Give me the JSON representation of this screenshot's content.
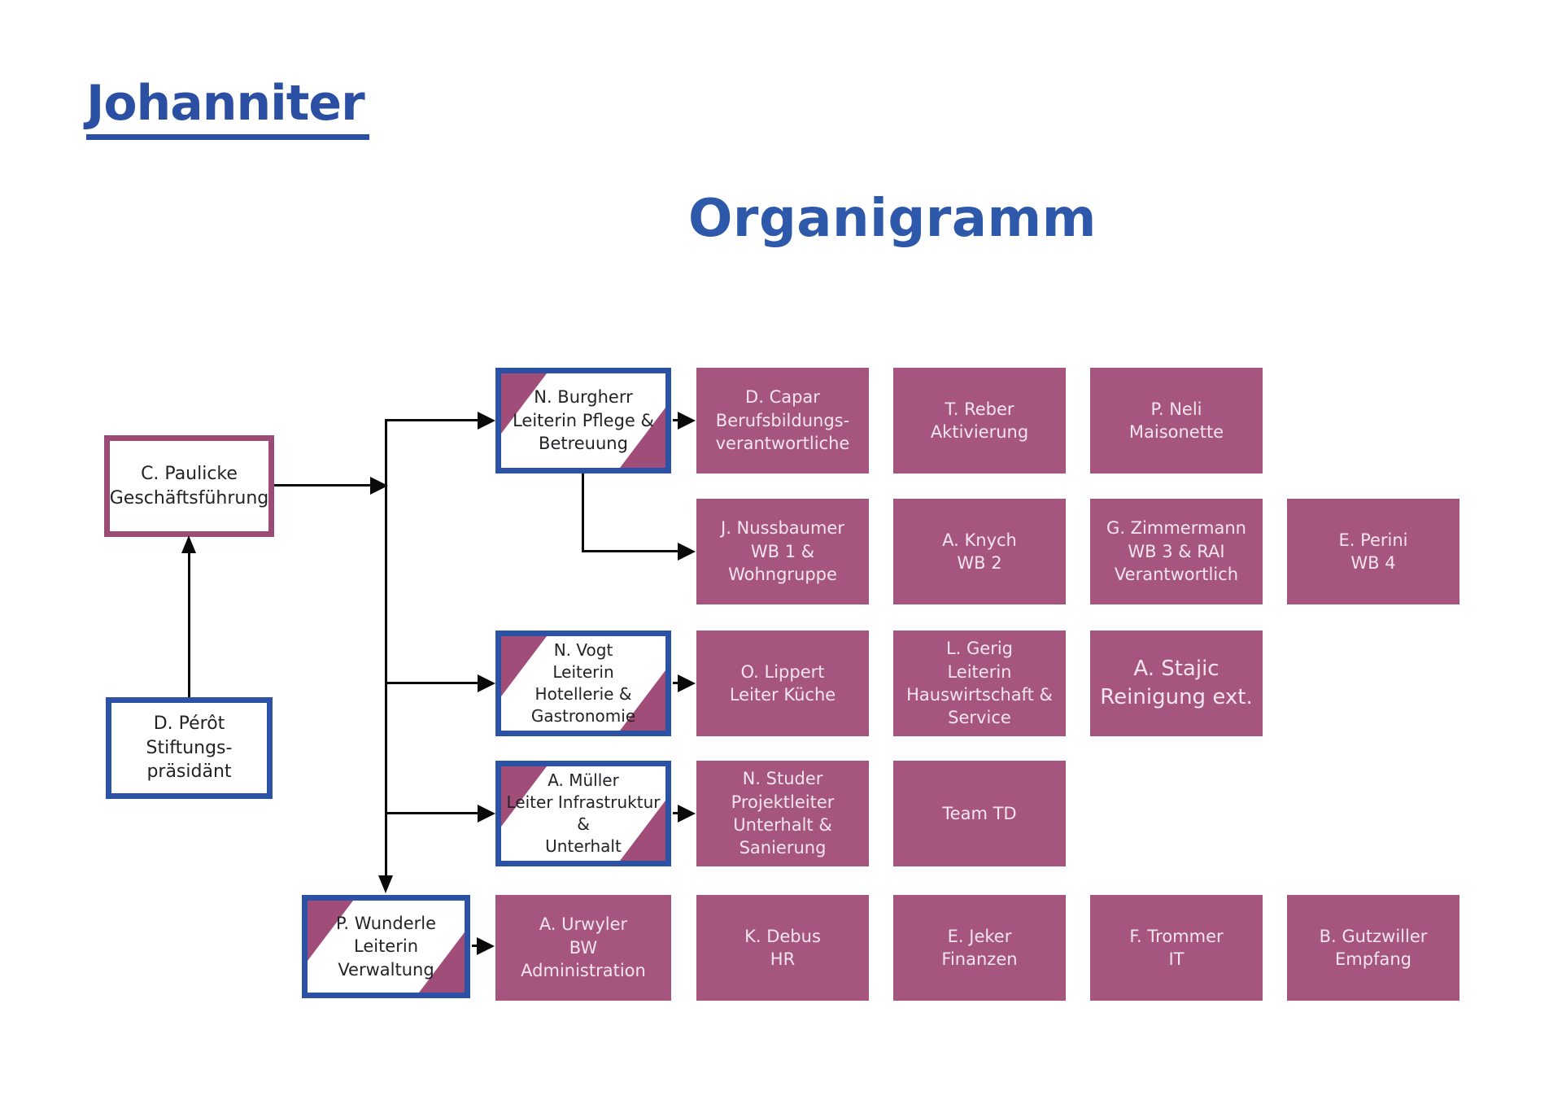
{
  "brand": {
    "logo_text": "Johanniter"
  },
  "heading": {
    "title": "Organigramm"
  },
  "colors": {
    "brand_blue": "#2a4fa3",
    "title_blue": "#2e58aa",
    "leader_border_blue": "#2b52a4",
    "dept_purple": "#a6557f",
    "exec_border_purple": "#9c4b75",
    "corner_triangle_purple": "#a04e79",
    "dept_text_light": "#f3e5ee",
    "box_text_dark": "#232327",
    "connector_black": "#0a0a0a"
  },
  "org": {
    "president": {
      "label": "D. Pérôt\nStiftungs-\npräsidänt"
    },
    "ceo": {
      "label": "C. Paulicke\nGeschäftsführung"
    },
    "leaders": {
      "burgherr": {
        "label": "N. Burgherr\nLeiterin Pflege &\nBetreuung"
      },
      "vogt": {
        "label": "N. Vogt\nLeiterin\nHotellerie &\nGastronomie"
      },
      "mueller": {
        "label": "A. Müller\nLeiter Infrastruktur\n&\nUnterhalt"
      },
      "wunderle": {
        "label": "P. Wunderle\nLeiterin\nVerwaltung"
      }
    },
    "departments": {
      "capar": {
        "label": "D. Capar\nBerufsbildungs-\nverantwortliche"
      },
      "reber": {
        "label": "T. Reber\nAktivierung"
      },
      "neli": {
        "label": "P. Neli\nMaisonette"
      },
      "nussbaumer": {
        "label": "J. Nussbaumer\nWB 1 &\nWohngruppe"
      },
      "knych": {
        "label": "A. Knych\nWB 2"
      },
      "zimmermann": {
        "label": "G. Zimmermann\nWB 3 & RAI\nVerantwortlich"
      },
      "perini": {
        "label": "E. Perini\nWB 4"
      },
      "lippert": {
        "label": "O. Lippert\nLeiter Küche"
      },
      "gerig": {
        "label": "L. Gerig\nLeiterin\nHauswirtschaft &\nService"
      },
      "stajic": {
        "label": "A. Stajic\nReinigung ext."
      },
      "studer": {
        "label": "N. Studer\nProjektleiter\nUnterhalt &\nSanierung"
      },
      "team_td": {
        "label": "Team TD"
      },
      "urwyler": {
        "label": "A. Urwyler\nBW\nAdministration"
      },
      "debus": {
        "label": "K. Debus\nHR"
      },
      "jeker": {
        "label": "E. Jeker\nFinanzen"
      },
      "trommer": {
        "label": "F. Trommer\nIT"
      },
      "gutzwiller": {
        "label": "B. Gutzwiller\nEmpfang"
      }
    }
  }
}
